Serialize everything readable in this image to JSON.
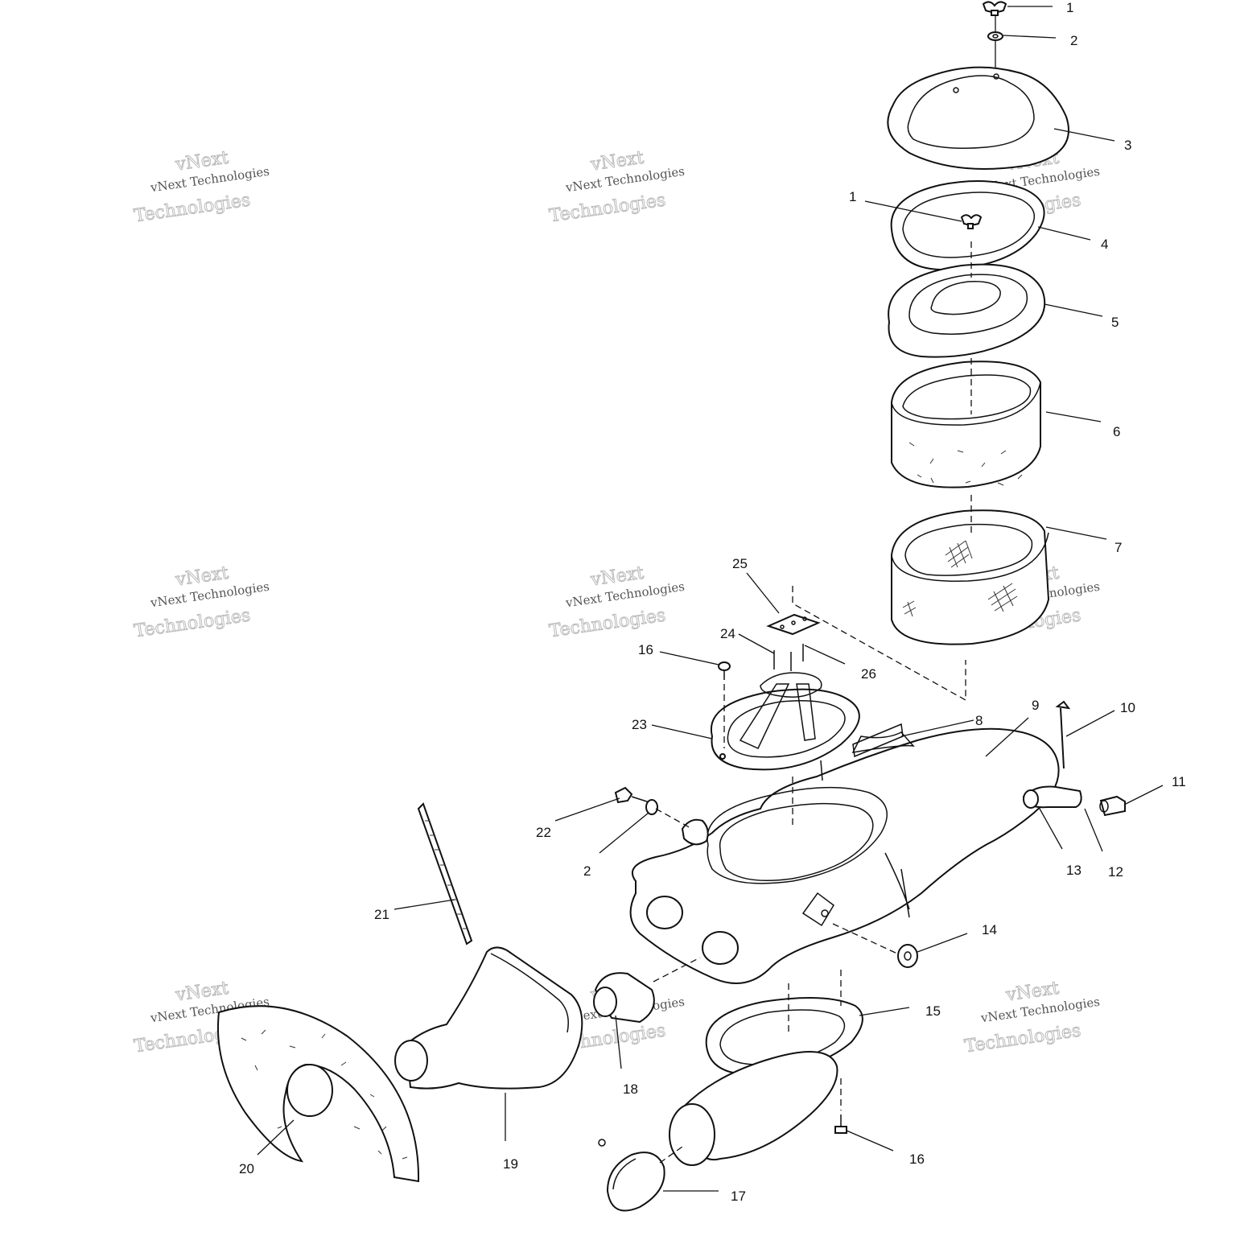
{
  "diagram": {
    "type": "exploded-parts-diagram",
    "callouts": [
      {
        "id": "c1a",
        "label": "1"
      },
      {
        "id": "c2a",
        "label": "2"
      },
      {
        "id": "c3",
        "label": "3"
      },
      {
        "id": "c1b",
        "label": "1"
      },
      {
        "id": "c4",
        "label": "4"
      },
      {
        "id": "c5",
        "label": "5"
      },
      {
        "id": "c6",
        "label": "6"
      },
      {
        "id": "c7",
        "label": "7"
      },
      {
        "id": "c25",
        "label": "25"
      },
      {
        "id": "c24",
        "label": "24"
      },
      {
        "id": "c16a",
        "label": "16"
      },
      {
        "id": "c26",
        "label": "26"
      },
      {
        "id": "c8",
        "label": "8"
      },
      {
        "id": "c9",
        "label": "9"
      },
      {
        "id": "c10",
        "label": "10"
      },
      {
        "id": "c23",
        "label": "23"
      },
      {
        "id": "c11",
        "label": "11"
      },
      {
        "id": "c22",
        "label": "22"
      },
      {
        "id": "c2b",
        "label": "2"
      },
      {
        "id": "c13",
        "label": "13"
      },
      {
        "id": "c12",
        "label": "12"
      },
      {
        "id": "c21",
        "label": "21"
      },
      {
        "id": "c14",
        "label": "14"
      },
      {
        "id": "c15",
        "label": "15"
      },
      {
        "id": "c18",
        "label": "18"
      },
      {
        "id": "c20",
        "label": "20"
      },
      {
        "id": "c19",
        "label": "19"
      },
      {
        "id": "c16b",
        "label": "16"
      },
      {
        "id": "c17",
        "label": "17"
      }
    ]
  },
  "watermark": {
    "line1": "vNext Technologies",
    "line2": "vNext",
    "line3": "Technologies"
  }
}
